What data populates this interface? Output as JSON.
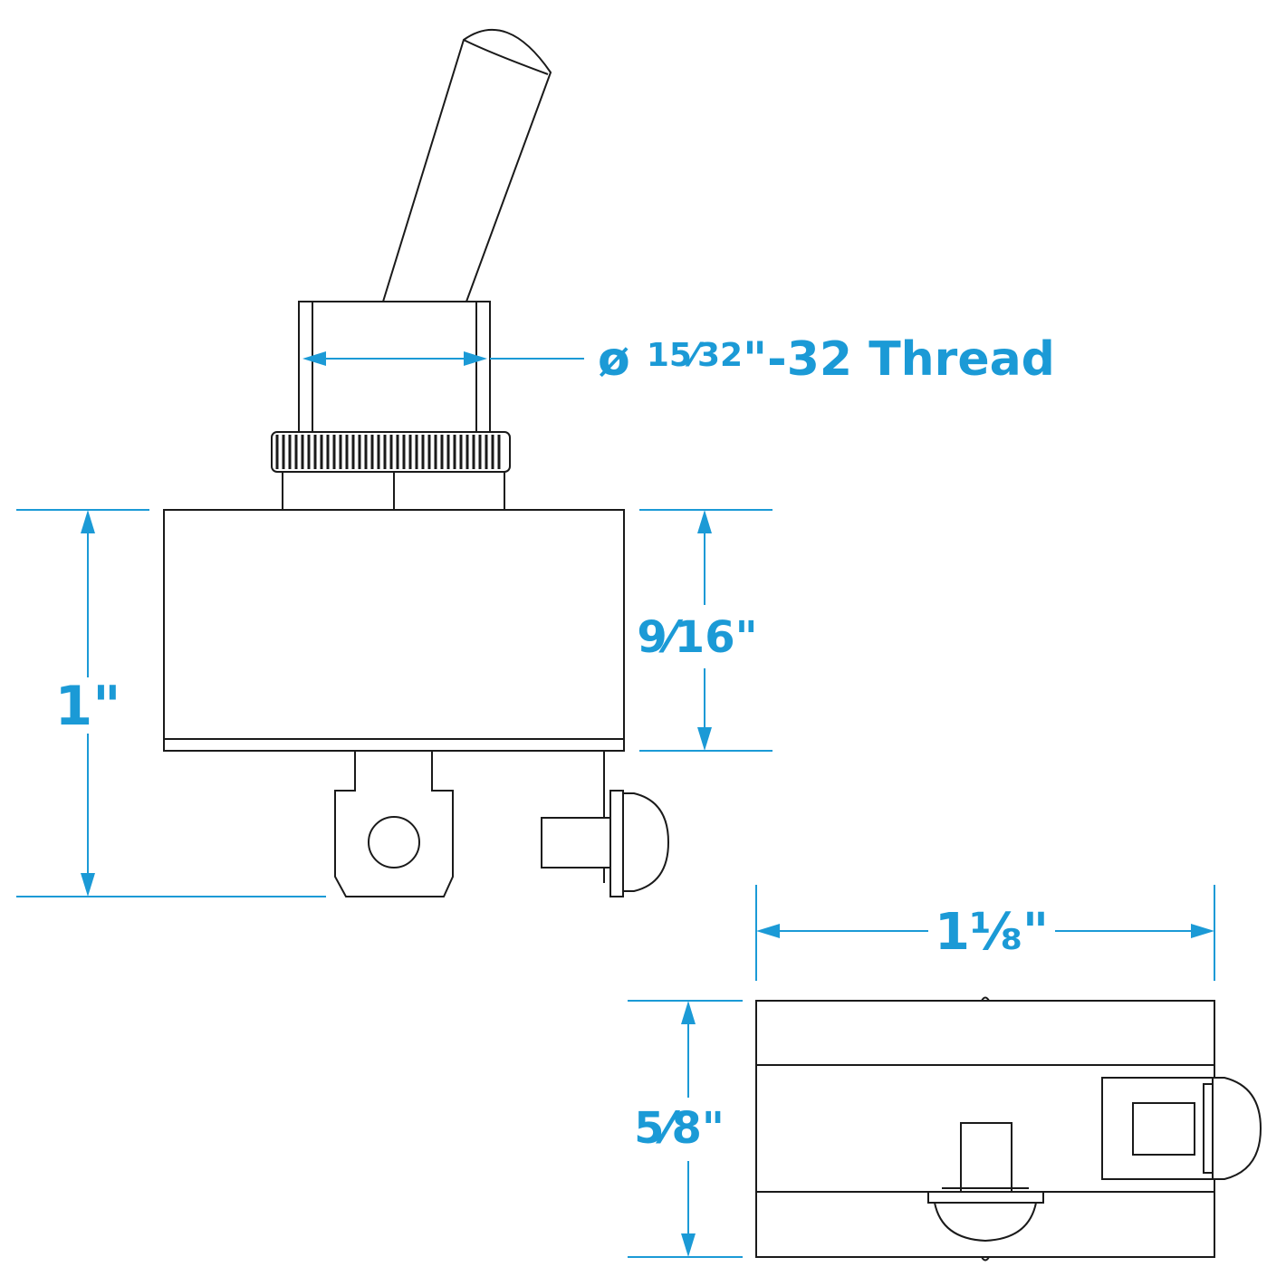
{
  "colors": {
    "dimension": "#1b9ad6",
    "outline": "#1a1a1a",
    "background": "#ffffff"
  },
  "dimensions": {
    "thread": {
      "label_prefix": "ø ",
      "label_fraction": "15⁄32",
      "label_suffix": "\"-32 Thread"
    },
    "overall_height": {
      "label": "1\""
    },
    "body_height": {
      "label": "9⁄16\""
    },
    "body_length": {
      "label": "1⅛\""
    },
    "body_width": {
      "label": "5⁄8\""
    }
  }
}
